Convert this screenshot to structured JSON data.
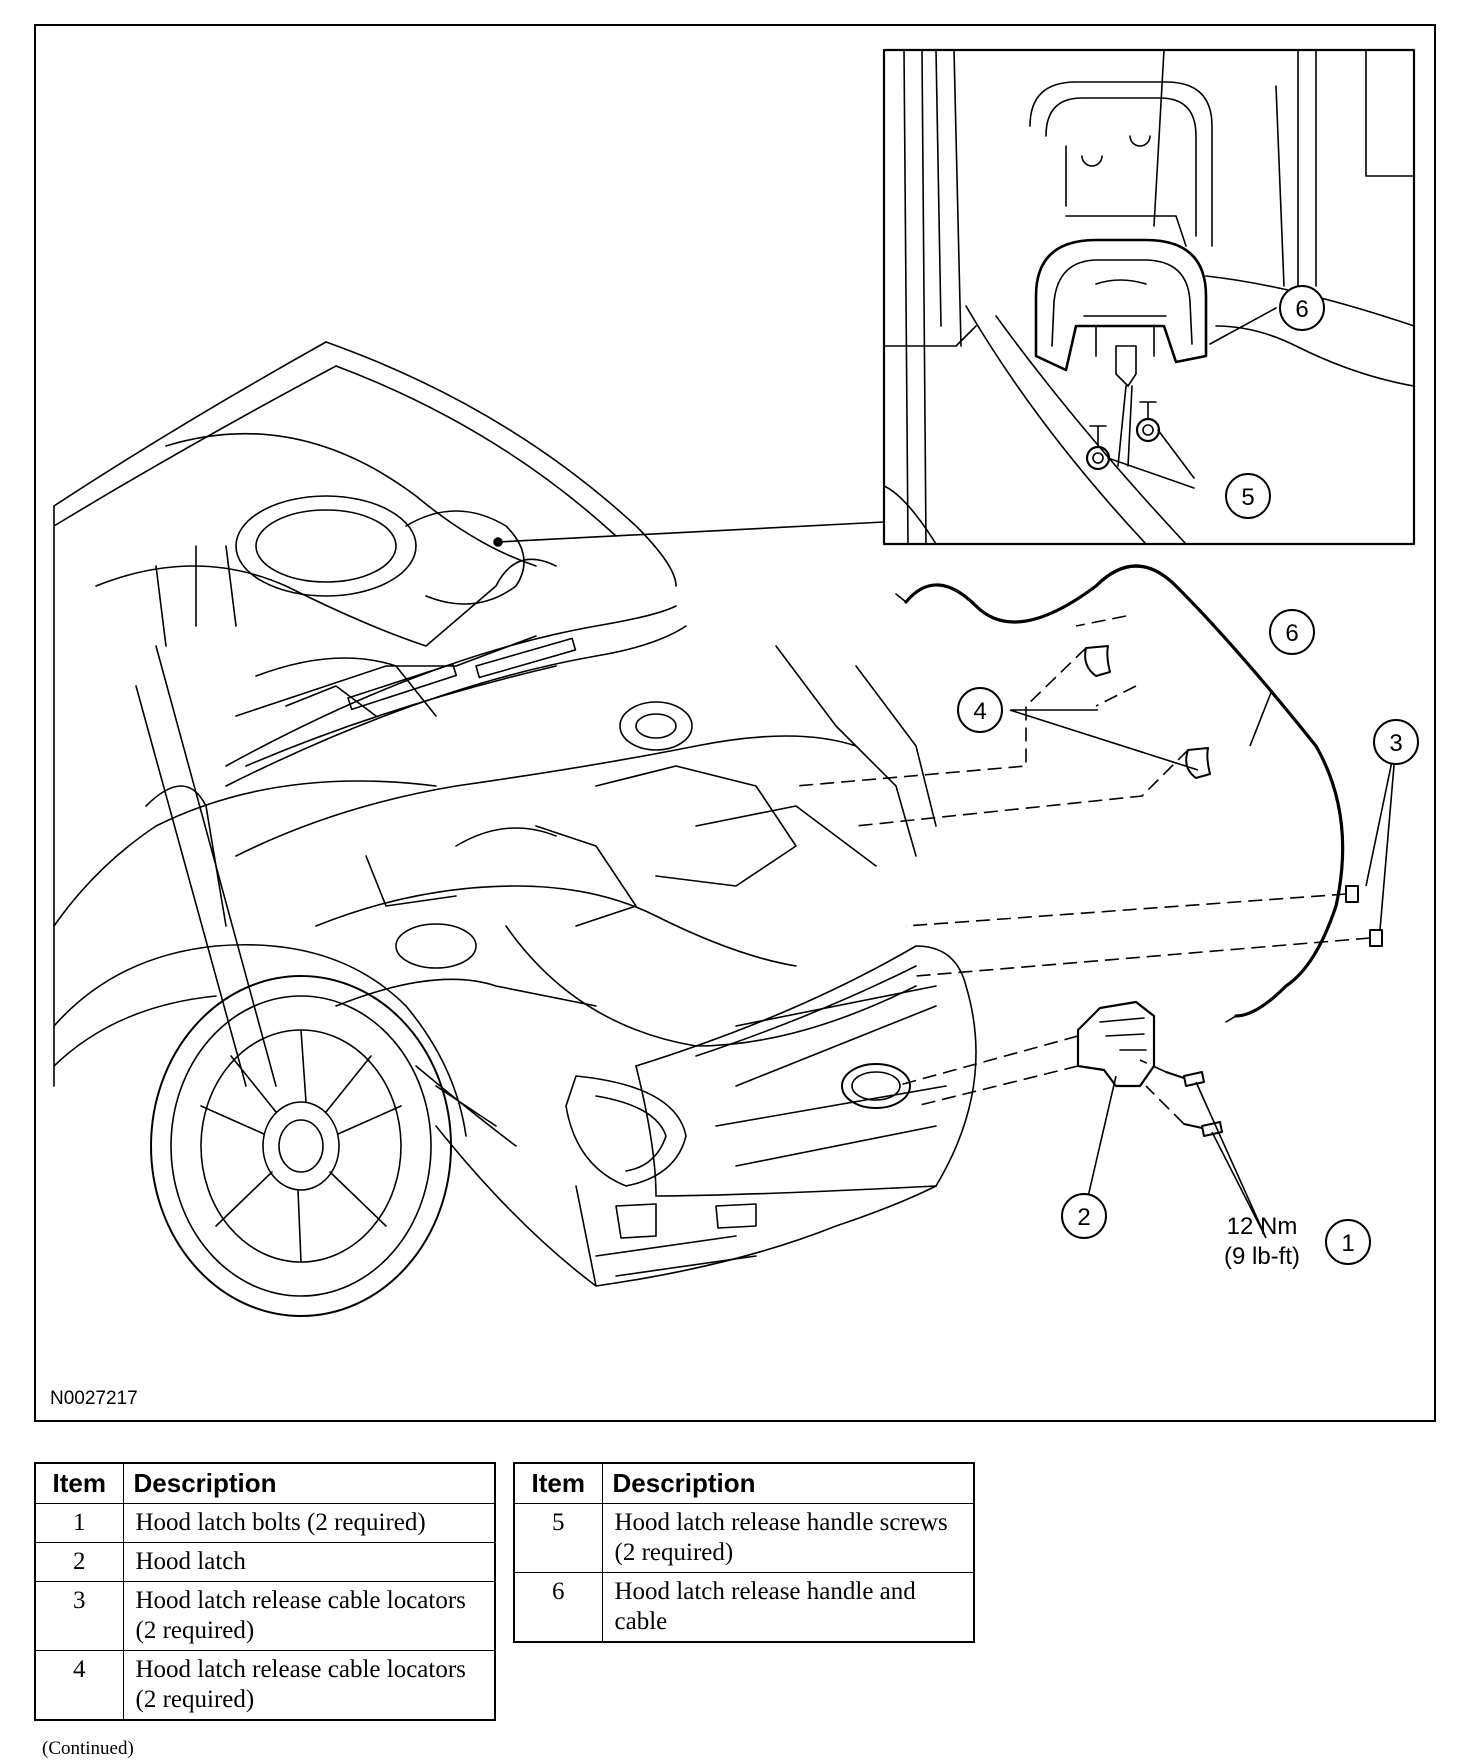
{
  "figure": {
    "id_label": "N0027217",
    "torque_line1": "12 Nm",
    "torque_line2": "(9 lb-ft)",
    "callouts": {
      "inset_6": "6",
      "inset_5": "5",
      "main_6": "6",
      "main_4": "4",
      "main_3": "3",
      "main_2": "2",
      "main_1": "1"
    }
  },
  "table_left": {
    "header_item": "Item",
    "header_description": "Description",
    "rows": [
      {
        "item": "1",
        "description": "Hood latch bolts (2 required)"
      },
      {
        "item": "2",
        "description": "Hood latch"
      },
      {
        "item": "3",
        "description": "Hood latch release cable locators (2 required)"
      },
      {
        "item": "4",
        "description": "Hood latch release cable locators (2 required)"
      }
    ]
  },
  "table_right": {
    "header_item": "Item",
    "header_description": "Description",
    "rows": [
      {
        "item": "5",
        "description": "Hood latch release handle screws (2 required)"
      },
      {
        "item": "6",
        "description": "Hood latch release handle and cable"
      }
    ]
  },
  "footer": {
    "continued": "(Continued)"
  }
}
